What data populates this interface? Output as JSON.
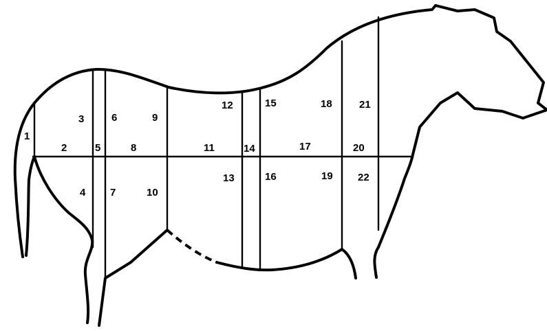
{
  "regions": [
    {
      "id": "1",
      "label": "1"
    },
    {
      "id": "2",
      "label": "2"
    },
    {
      "id": "3",
      "label": "3"
    },
    {
      "id": "4",
      "label": "4"
    },
    {
      "id": "5",
      "label": "5"
    },
    {
      "id": "6",
      "label": "6"
    },
    {
      "id": "7",
      "label": "7"
    },
    {
      "id": "8",
      "label": "8"
    },
    {
      "id": "9",
      "label": "9"
    },
    {
      "id": "10",
      "label": "10"
    },
    {
      "id": "11",
      "label": "11"
    },
    {
      "id": "12",
      "label": "12"
    },
    {
      "id": "13",
      "label": "13"
    },
    {
      "id": "14",
      "label": "14"
    },
    {
      "id": "15",
      "label": "15"
    },
    {
      "id": "16",
      "label": "16"
    },
    {
      "id": "17",
      "label": "17"
    },
    {
      "id": "18",
      "label": "18"
    },
    {
      "id": "19",
      "label": "19"
    },
    {
      "id": "20",
      "label": "20"
    },
    {
      "id": "21",
      "label": "21"
    },
    {
      "id": "22",
      "label": "22"
    }
  ]
}
